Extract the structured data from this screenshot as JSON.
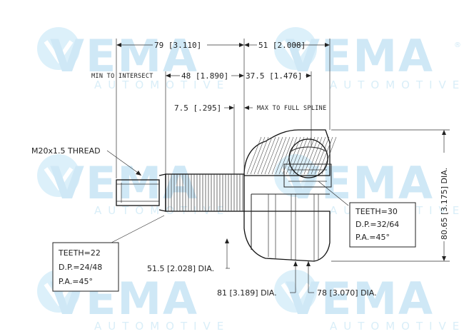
{
  "watermark": {
    "brand": "VEMA",
    "sub": "AUTOMOTIVE",
    "registered": "®",
    "color": "#cfe8f6"
  },
  "dimensions": {
    "overall_length": "79 [3.110]",
    "outer_length": "51 [2.008]",
    "min_to_intersect_label": "MIN TO INTERSECT",
    "min_to_intersect": "48 [1.890]",
    "spline_offset": "37.5 [1.476]",
    "max_spline": "7.5 [.295]",
    "max_spline_label": "MAX TO FULL SPLINE",
    "thread": "M20x1.5 THREAD",
    "body_diameter": "80.65 [3.175] DIA.",
    "shaft_diameter": "51.5 [2.028] DIA.",
    "abs_diameter": "81 [3.189] DIA.",
    "ring_diameter": "78 [3.070] DIA."
  },
  "inner_spec": {
    "teeth": "TEETH=30",
    "dp": "D.P.=32/64",
    "pa": "P.A.=45°"
  },
  "outer_spec": {
    "teeth": "TEETH=22",
    "dp": "D.P.=24/48",
    "pa": "P.A.=45°"
  }
}
